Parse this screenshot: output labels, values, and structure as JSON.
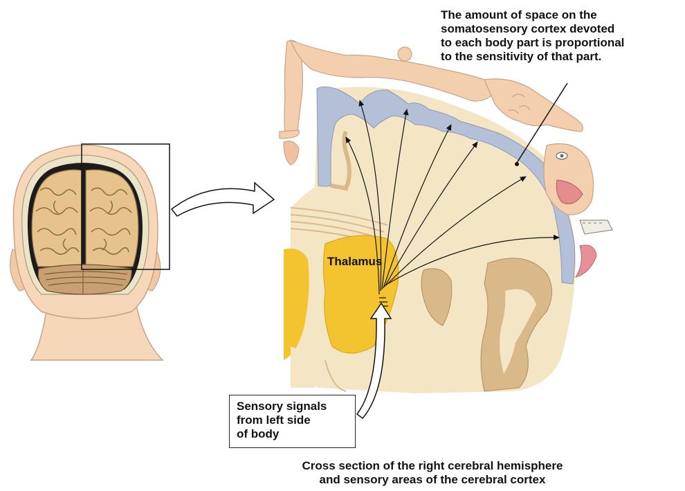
{
  "annotation": {
    "line1": "The amount of space on the",
    "bold": "somatosensory cortex",
    "line2_rest": " devoted",
    "line3": "to each body part is proportional",
    "line4": "to the sensitivity of that part."
  },
  "labels": {
    "thalamus": "Thalamus",
    "signals_line1": "Sensory signals",
    "signals_line2": "from left side",
    "signals_line3": "of body"
  },
  "caption": {
    "line1": "Cross section of the right cerebral hemisphere",
    "line2": "and sensory areas of the cerebral cortex"
  },
  "colors": {
    "cortex_blue": "#b3c0d8",
    "white_matter": "#f4e6c4",
    "thalamus": "#f4c430",
    "gray_matter": "#d9b98a",
    "skin": "#f3cfae",
    "brain": "#e6c28c"
  }
}
